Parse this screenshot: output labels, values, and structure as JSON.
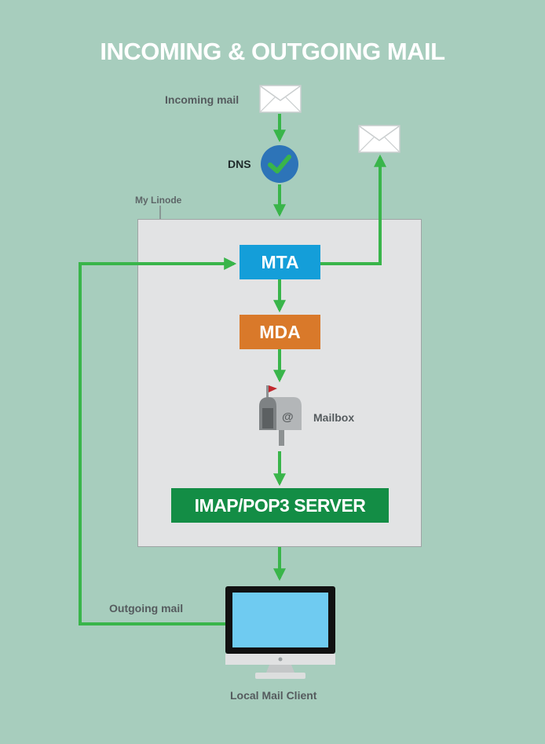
{
  "title": "INCOMING & OUTGOING MAIL",
  "labels": {
    "incoming_mail": "Incoming mail",
    "dns": "DNS",
    "my_linode": "My Linode",
    "mailbox": "Mailbox",
    "outgoing_mail": "Outgoing mail",
    "local_mail_client": "Local Mail Client"
  },
  "blocks": {
    "mta": "MTA",
    "mda": "MDA",
    "imap": "IMAP/POP3 SERVER"
  },
  "icons": {
    "incoming_envelope": "envelope-icon",
    "outgoing_envelope": "envelope-icon",
    "dns_check": "check-circle-icon",
    "mailbox": "mailbox-icon",
    "computer": "monitor-icon"
  },
  "colors": {
    "background": "#a7cdbd",
    "arrow": "#39b54a",
    "mta": "#149ed9",
    "mda": "#d9792a",
    "imap": "#138d45",
    "dns": "#2d74b8",
    "server_box": "#e2e3e4"
  }
}
